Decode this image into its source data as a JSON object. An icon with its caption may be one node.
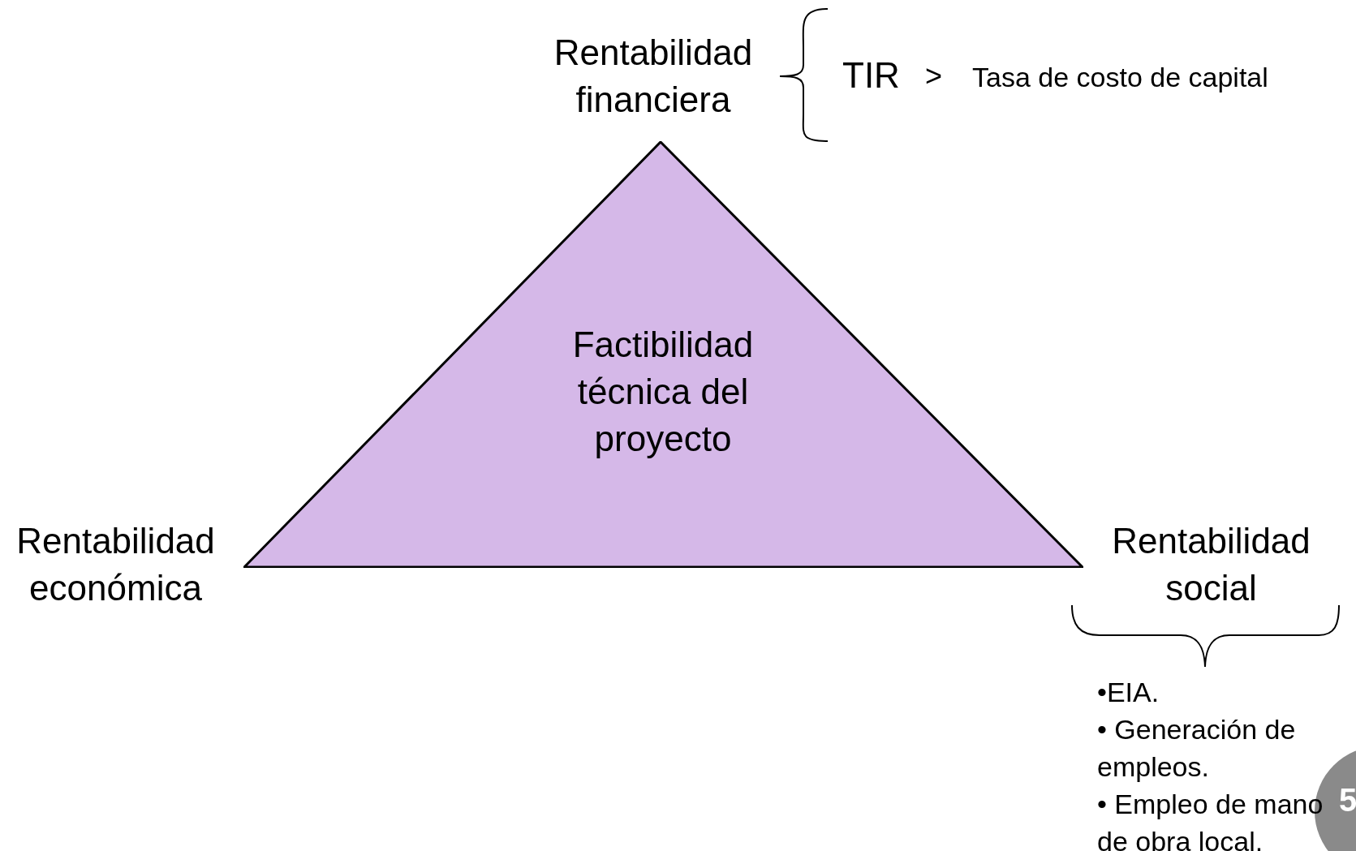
{
  "diagram": {
    "nodes": [
      {
        "text": [
          "Factibilidad técnica del proyecto"
        ]
      }
    ],
    "labels": [
      "Rentabilidad financiera",
      "TIR",
      ">",
      "Tasa de costo de capital",
      "Rentabilidad económica",
      "Rentabilidad social",
      "•EIA.",
      "• Generación de empleos.",
      "• Empleo de mano de obra local.",
      "5"
    ]
  }
}
